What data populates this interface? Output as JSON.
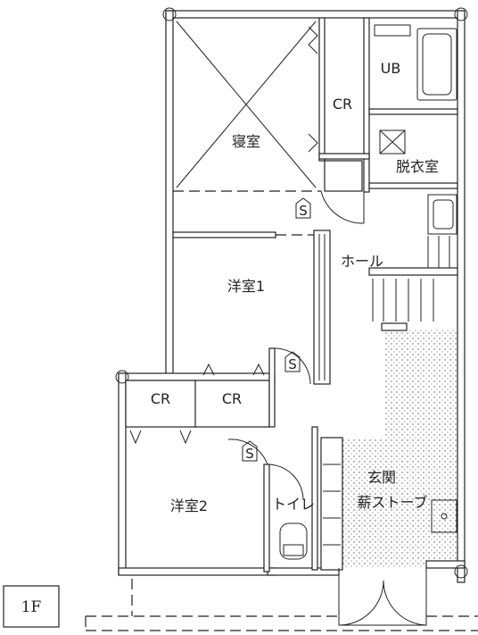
{
  "floor_label": "1F",
  "rooms": {
    "master_bedroom": "寝室",
    "western_room_1": "洋室1",
    "western_room_2": "洋室2",
    "hall": "ホール",
    "dressing_room": "脱衣室",
    "unit_bath": "UB",
    "entrance": "玄関",
    "wood_stove": "薪ストーブ",
    "toilet": "トイレ",
    "closet_bedroom": "CR",
    "closet_room1": "CR",
    "closet_room2": "CR"
  },
  "symbols": {
    "switch_letter": "S"
  }
}
